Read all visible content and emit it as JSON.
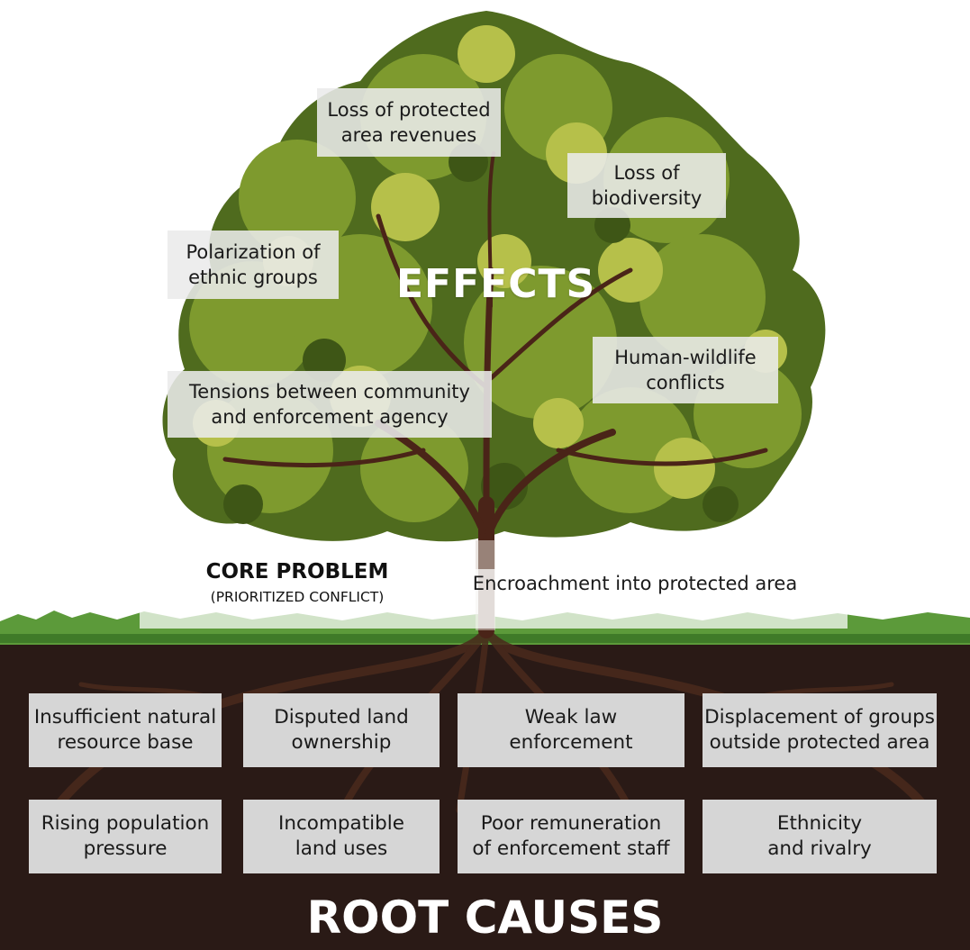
{
  "effects": {
    "title": "EFFECTS",
    "items": [
      {
        "lines": [
          "Loss of protected",
          "area revenues"
        ]
      },
      {
        "lines": [
          "Loss of",
          "biodiversity"
        ]
      },
      {
        "lines": [
          "Polarization of",
          "ethnic groups"
        ]
      },
      {
        "lines": [
          "Human-wildlife",
          "conflicts"
        ]
      },
      {
        "lines": [
          "Tensions between community",
          "and enforcement agency"
        ]
      }
    ]
  },
  "core_problem": {
    "title": "CORE PROBLEM",
    "subtitle": "(PRIORITIZED CONFLICT)",
    "text": "Encroachment into protected area"
  },
  "root_causes": {
    "title": "ROOT CAUSES",
    "items": [
      {
        "lines": [
          "Insufficient natural",
          "resource base"
        ]
      },
      {
        "lines": [
          "Disputed land",
          "ownership"
        ]
      },
      {
        "lines": [
          "Weak law",
          "enforcement"
        ]
      },
      {
        "lines": [
          "Displacement of groups",
          "outside protected area"
        ]
      },
      {
        "lines": [
          "Rising population",
          "pressure"
        ]
      },
      {
        "lines": [
          "Incompatible",
          "land uses"
        ]
      },
      {
        "lines": [
          "Poor remuneration",
          "of enforcement staff"
        ]
      },
      {
        "lines": [
          "Ethnicity",
          "and rivalry"
        ]
      }
    ]
  },
  "colors": {
    "soil": "#2a1a16",
    "grass": "#5c9a3a",
    "canopy_dark": "#4f6b1e",
    "canopy_mid": "#7e9a2e",
    "canopy_light": "#b6c04a",
    "trunk": "#4a2418"
  }
}
